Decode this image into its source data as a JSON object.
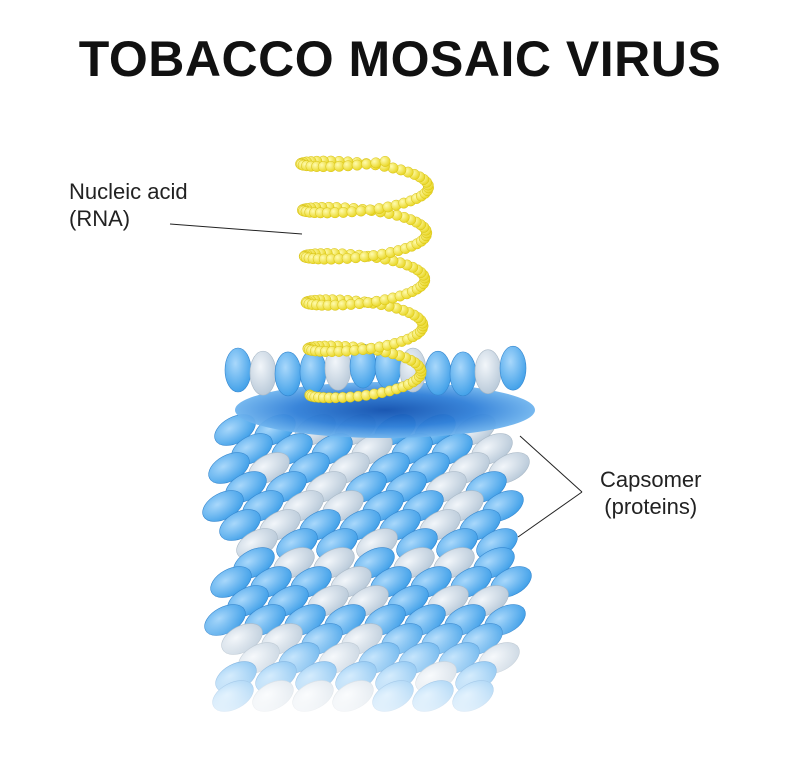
{
  "title": "TOBACCO MOSAIC VIRUS",
  "labels": {
    "rna": {
      "line1": "Nucleic acid",
      "line2": "(RNA)"
    },
    "capsomer": {
      "line1": "Capsomer",
      "line2": "(proteins)"
    }
  },
  "colors": {
    "capsomer_blue": "#3d9ee8",
    "capsomer_light_blue": "#8ec9f5",
    "capsomer_grey": "#c8d6e2",
    "rna_yellow": "#f5e84a",
    "core_dark_blue": "#1a63c4"
  }
}
